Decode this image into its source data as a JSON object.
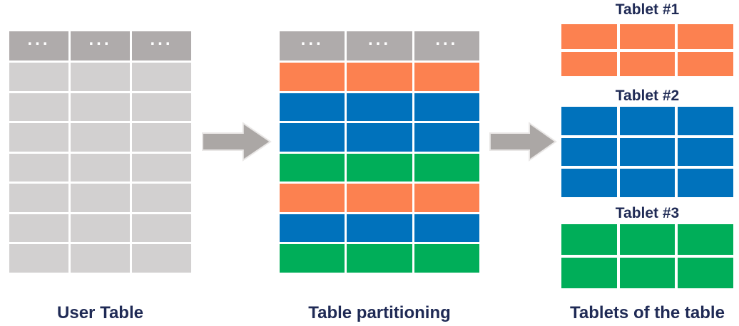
{
  "diagram": {
    "stage1": {
      "caption": "User Table",
      "header_cells": [
        "...",
        "...",
        "..."
      ],
      "body_rows": 7,
      "cols": 3
    },
    "stage2": {
      "caption": "Table partitioning",
      "header_cells": [
        "...",
        "...",
        "..."
      ],
      "row_colors": [
        "orange",
        "blue",
        "blue",
        "green",
        "orange",
        "blue",
        "green"
      ],
      "cols": 3
    },
    "stage3": {
      "caption": "Tablets of the table",
      "tablets": [
        {
          "title": "Tablet #1",
          "color": "orange",
          "rows": 2,
          "cols": 3
        },
        {
          "title": "Tablet #2",
          "color": "blue",
          "rows": 3,
          "cols": 3
        },
        {
          "title": "Tablet #3",
          "color": "green",
          "rows": 2,
          "cols": 3
        }
      ]
    },
    "icons": [
      "right-arrow-icon",
      "right-arrow-icon"
    ],
    "colors": {
      "orange": "#FC8150",
      "blue": "#0072BC",
      "green": "#00AE59",
      "header_gray": "#AFABAB",
      "row_gray": "#D2D0D0",
      "arrow_gray": "#ABA7A5",
      "arrow_edge": "#E9E7E6",
      "label_navy": "#1F2A55"
    }
  }
}
